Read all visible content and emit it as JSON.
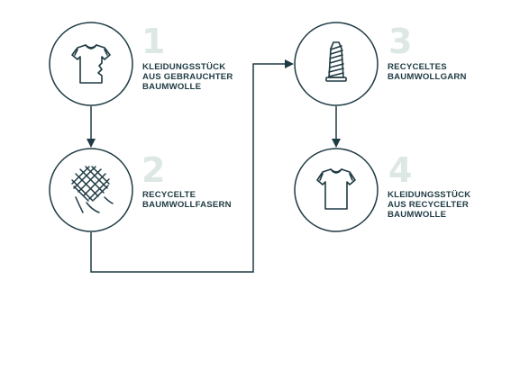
{
  "colors": {
    "stroke": "#1e3a43",
    "number": "#dde8e4",
    "background": "#ffffff"
  },
  "steps": [
    {
      "number": "1",
      "icon": "torn-tshirt-icon",
      "label_lines": [
        "KLEIDUNGSSTÜCK",
        "AUS GEBRAUCHTER",
        "BAUMWOLLE"
      ]
    },
    {
      "number": "2",
      "icon": "fiber-mesh-icon",
      "label_lines": [
        "RECYCELTE",
        "BAUMWOLLFASERN"
      ]
    },
    {
      "number": "3",
      "icon": "yarn-spool-icon",
      "label_lines": [
        "RECYCELTES",
        "BAUMWOLLGARN"
      ]
    },
    {
      "number": "4",
      "icon": "tshirt-icon",
      "label_lines": [
        "KLEIDUNGSSTÜCK",
        "AUS RECYCELTER",
        "BAUMWOLLE"
      ]
    }
  ]
}
